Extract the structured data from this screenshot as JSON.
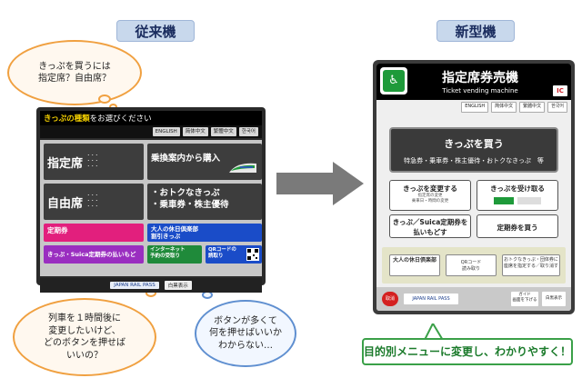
{
  "labels": {
    "old": "従来機",
    "new": "新型機"
  },
  "clouds": {
    "top": "きっぷを買うには\n指定席？自由席？",
    "bottom_left": "列車を１時間後に\n変更したいけど、\nどのボタンを押せば\nいいの？",
    "bottom_middle": "ボタンが多くて\n何を押せばいいか\nわからない…"
  },
  "old_machine": {
    "header_main": "きっぷの種類",
    "header_rest": "をお選びください",
    "languages": [
      "ENGLISH",
      "简体中文",
      "繁體中文",
      "한국어"
    ],
    "buttons": {
      "shitei": "指定席",
      "jiyu": "自由席",
      "route": "乗換案内から購入",
      "otoku_line1": "・おトクなきっぷ",
      "otoku_line2": "・乗車券・株主優待",
      "teiki": "定期券",
      "holiday_line1": "大人の休日倶楽部",
      "holiday_line2": "割引きっぷ",
      "refund": "きっぷ・Suica定期券の払いもどし",
      "internet_line1": "インターネット",
      "internet_line2": "予約の受取り",
      "qr_line1": "QRコードの",
      "qr_line2": "読取り"
    },
    "footer": {
      "jrpass": "JAPAN RAIL PASS",
      "bw": "白黒表示"
    }
  },
  "new_machine": {
    "title": "指定席券売機",
    "subtitle": "Ticket vending machine",
    "ic_logo": "IC",
    "languages": [
      "ENGLISH",
      "简体中文",
      "繁體中文",
      "한국어"
    ],
    "buy": {
      "label": "きっぷを買う",
      "sub": "特急券・乗車券・株主優待・おトクなきっぷ　等"
    },
    "change": {
      "label": "きっぷを変更する",
      "sub1": "指定席の変更",
      "sub2": "乗車日・時間の変更"
    },
    "receive": {
      "label": "きっぷを受け取る"
    },
    "suica": {
      "line1": "きっぷ／Suica定期券を",
      "line2": "払いもどす"
    },
    "teiki": {
      "label": "定期券を買う"
    },
    "lower": {
      "holiday": "大人の休日倶楽部",
      "qr_line1": "QRコード",
      "qr_line2": "読み取り",
      "otoku_line1": "おトクなきっぷ・団体券に",
      "otoku_line2": "座席を指定する／取り消す"
    },
    "footer": {
      "cancel": "取消",
      "jrpass": "JAPAN RAIL PASS",
      "voice_line1": "ガイド",
      "voice_line2": "画面を下げる",
      "bw": "白黒表示"
    }
  },
  "callout": "目的別メニューに変更し、わかりやすく！",
  "colors": {
    "accent_blue": "#1a4cc8",
    "accent_pink": "#e21f7d",
    "accent_purple": "#9a2ec0",
    "accent_green": "#3aa048",
    "arrow_gray": "#7a7a7a"
  }
}
